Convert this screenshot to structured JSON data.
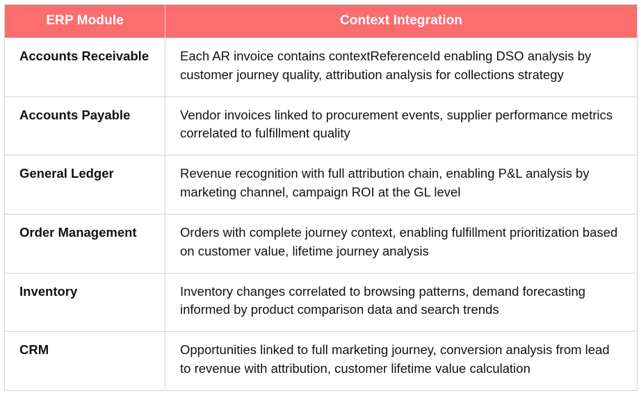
{
  "table": {
    "columns": [
      {
        "key": "module",
        "label": "ERP Module"
      },
      {
        "key": "context",
        "label": "Context Integration"
      }
    ],
    "header": {
      "background_color": "#fc6d6d",
      "text_color": "#ffffff"
    },
    "border_color": "#cfd3d6",
    "rows": [
      {
        "module": "Accounts Receivable",
        "context": "Each AR invoice contains contextReferenceId enabling DSO analysis by customer journey quality, attribution analysis for collections strategy"
      },
      {
        "module": "Accounts Payable",
        "context": "Vendor invoices linked to procurement events, supplier performance metrics correlated to fulfillment quality"
      },
      {
        "module": "General Ledger",
        "context": "Revenue recognition with full attribution chain, enabling P&L analysis by marketing channel, campaign ROI at the GL level"
      },
      {
        "module": "Order Management",
        "context": "Orders with complete journey context, enabling fulfillment prioritization based on customer value, lifetime journey analysis"
      },
      {
        "module": "Inventory",
        "context": "Inventory changes correlated to browsing patterns, demand forecasting informed by product comparison data and search trends"
      },
      {
        "module": "CRM",
        "context": "Opportunities linked to full marketing journey, conversion analysis from lead to revenue with attribution, customer lifetime value calculation"
      }
    ]
  }
}
